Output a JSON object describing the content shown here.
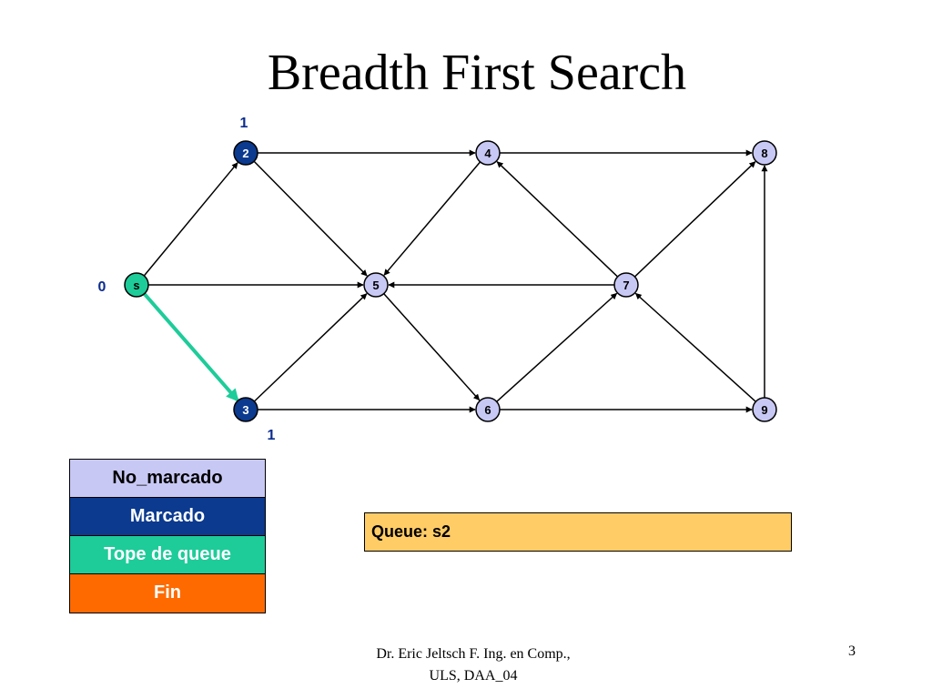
{
  "title": "Breadth First Search",
  "colors": {
    "no_marcado": "#c8c8f5",
    "marcado": "#0b3a8f",
    "tope_de_queue": "#1ecc99",
    "fin": "#ff6a00",
    "queue_bg": "#ffcc66",
    "edge": "#000000",
    "highlight_edge": "#1ecc99"
  },
  "nodes": [
    {
      "id": "s",
      "label": "s",
      "state": "tope_de_queue"
    },
    {
      "id": "2",
      "label": "2",
      "state": "marcado"
    },
    {
      "id": "3",
      "label": "3",
      "state": "marcado"
    },
    {
      "id": "4",
      "label": "4",
      "state": "no_marcado"
    },
    {
      "id": "5",
      "label": "5",
      "state": "no_marcado"
    },
    {
      "id": "6",
      "label": "6",
      "state": "no_marcado"
    },
    {
      "id": "7",
      "label": "7",
      "state": "no_marcado"
    },
    {
      "id": "8",
      "label": "8",
      "state": "no_marcado"
    },
    {
      "id": "9",
      "label": "9",
      "state": "no_marcado"
    }
  ],
  "edges": [
    {
      "from": "s",
      "to": "2"
    },
    {
      "from": "s",
      "to": "5"
    },
    {
      "from": "s",
      "to": "3",
      "highlight": true
    },
    {
      "from": "2",
      "to": "4"
    },
    {
      "from": "2",
      "to": "5"
    },
    {
      "from": "3",
      "to": "5"
    },
    {
      "from": "3",
      "to": "6"
    },
    {
      "from": "4",
      "to": "8"
    },
    {
      "from": "4",
      "to": "5"
    },
    {
      "from": "5",
      "to": "6"
    },
    {
      "from": "6",
      "to": "7"
    },
    {
      "from": "6",
      "to": "9"
    },
    {
      "from": "7",
      "to": "5"
    },
    {
      "from": "7",
      "to": "4"
    },
    {
      "from": "7",
      "to": "8"
    },
    {
      "from": "9",
      "to": "7"
    },
    {
      "from": "9",
      "to": "8"
    }
  ],
  "distances": [
    {
      "node": "s",
      "value": "0"
    },
    {
      "node": "2",
      "value": "1"
    },
    {
      "node": "3",
      "value": "1"
    }
  ],
  "legend": [
    {
      "label": "No_marcado",
      "state": "no_marcado"
    },
    {
      "label": "Marcado",
      "state": "marcado"
    },
    {
      "label": "Tope de queue",
      "state": "tope_de_queue"
    },
    {
      "label": "Fin",
      "state": "fin"
    }
  ],
  "queue": {
    "text": "Queue: s2"
  },
  "footer": {
    "line1": "Dr. Eric Jeltsch F. Ing. en Comp.,",
    "line2": "ULS, DAA_04"
  },
  "page_number": "3"
}
